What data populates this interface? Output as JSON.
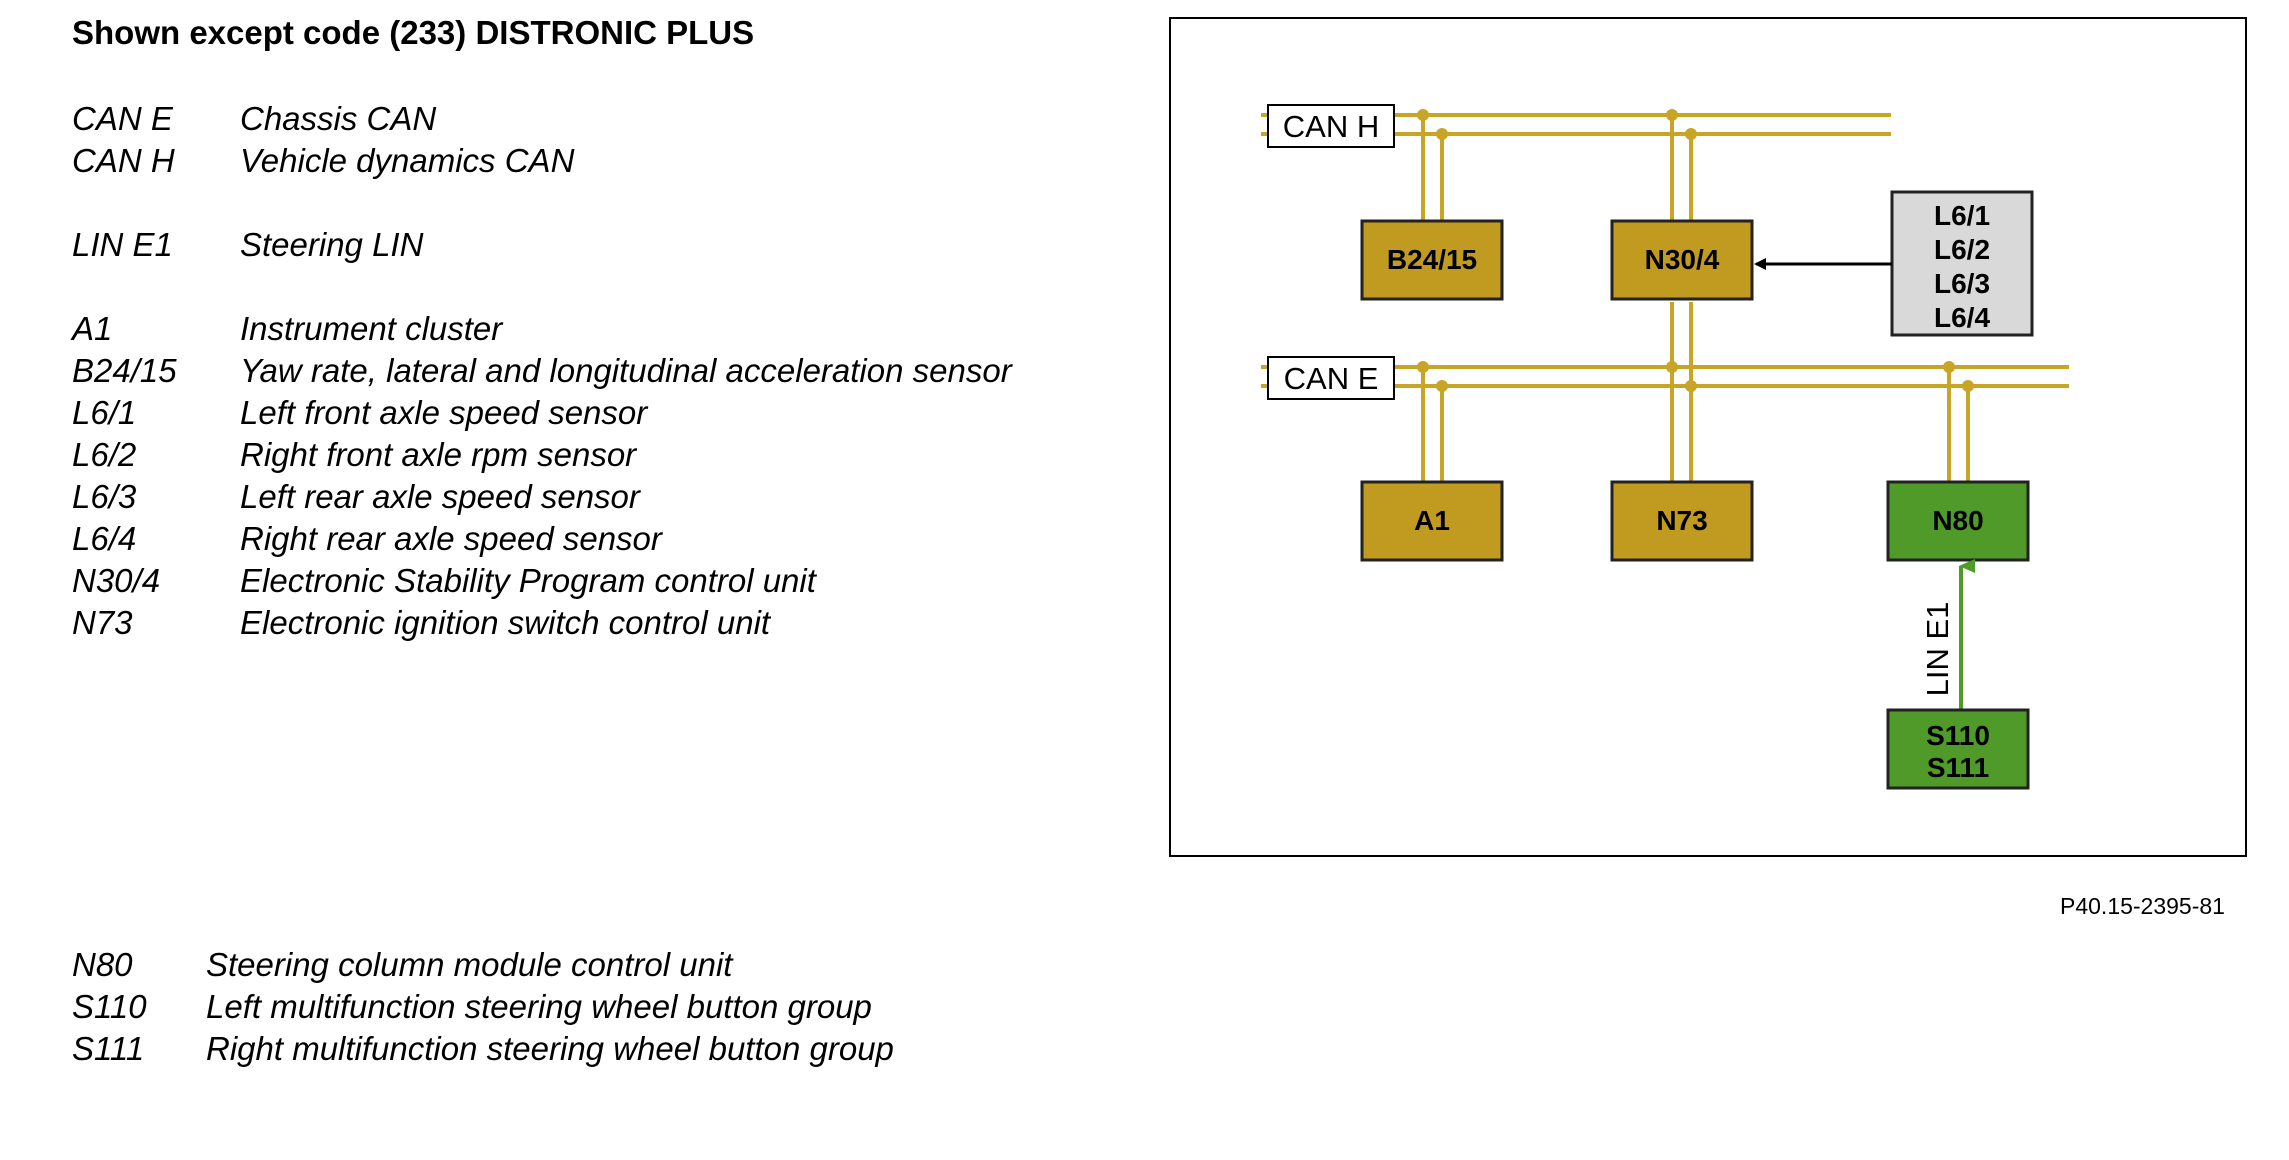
{
  "title": "Shown except code (233) DISTRONIC PLUS",
  "legend_top": [
    {
      "code": "CAN E",
      "desc": "Chassis CAN"
    },
    {
      "code": "CAN H",
      "desc": "Vehicle dynamics CAN"
    },
    {
      "code": "LIN E1",
      "desc": "Steering LIN"
    },
    {
      "code": "A1",
      "desc": "Instrument cluster"
    },
    {
      "code": "B24/15",
      "desc": "Yaw rate, lateral and longitudinal acceleration sensor"
    },
    {
      "code": "L6/1",
      "desc": "Left front axle speed sensor"
    },
    {
      "code": "L6/2",
      "desc": "Right front axle rpm sensor"
    },
    {
      "code": "L6/3",
      "desc": "Left rear axle speed sensor"
    },
    {
      "code": "L6/4",
      "desc": "Right rear axle speed sensor"
    },
    {
      "code": "N30/4",
      "desc": "Electronic Stability Program control unit"
    },
    {
      "code": "N73",
      "desc": "Electronic ignition switch control unit"
    }
  ],
  "legend_bottom": [
    {
      "code": "N80",
      "desc": "Steering column module control unit"
    },
    {
      "code": "S110",
      "desc": "Left multifunction steering wheel button group"
    },
    {
      "code": "S111",
      "desc": "Right multifunction steering wheel button group"
    }
  ],
  "figure_id": "P40.15-2395-81",
  "diagram": {
    "bus_h": "CAN H",
    "bus_e": "CAN E",
    "lin_label": "LIN E1",
    "boxes": {
      "b24_15": "B24/15",
      "n30_4": "N30/4",
      "a1": "A1",
      "n73": "N73",
      "n80": "N80",
      "s110": "S110",
      "s111": "S111",
      "l6_1": "L6/1",
      "l6_2": "L6/2",
      "l6_3": "L6/3",
      "l6_4": "L6/4"
    },
    "colors": {
      "can_line": "#c8a526",
      "node_can": "#c19b1f",
      "node_lin": "#4f9a29",
      "lin_line": "#4f9a29",
      "sensor_box": "#d9d9d9"
    }
  }
}
